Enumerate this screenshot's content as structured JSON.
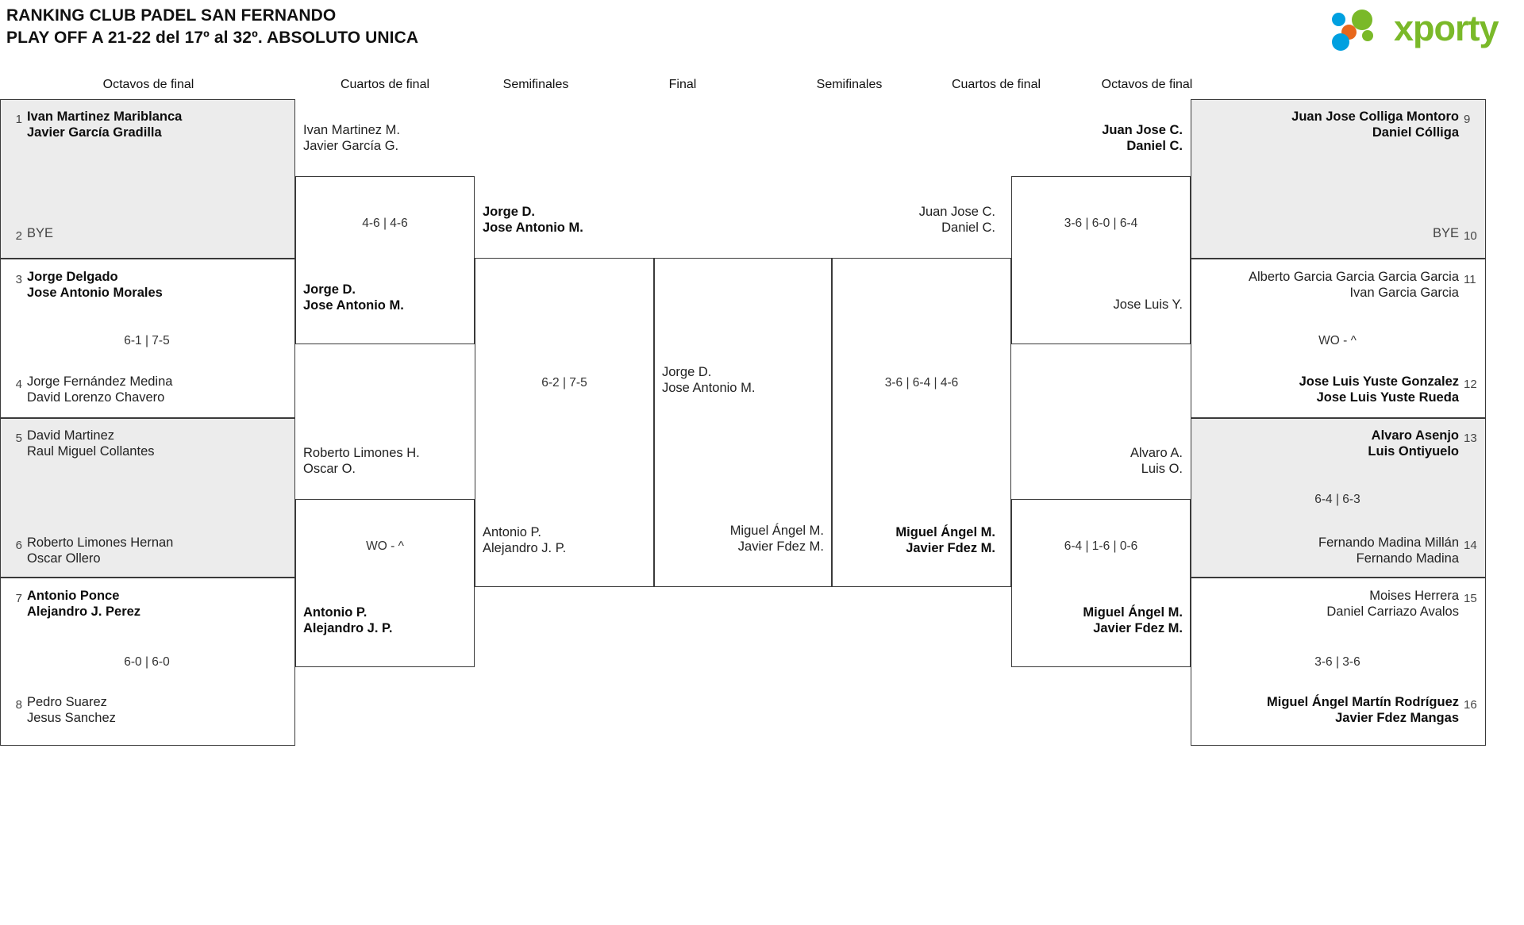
{
  "header": {
    "title_line1": "RANKING CLUB PADEL SAN FERNANDO",
    "title_line2": "PLAY OFF A 21-22 del 17º al 32º. ABSOLUTO UNICA",
    "logo_word": "xporty",
    "logo_colors": {
      "green": "#7ab929",
      "blue": "#00a0e0",
      "orange": "#e8671c"
    }
  },
  "round_headers": {
    "left_r16": "Octavos de final",
    "left_qf": "Cuartos de final",
    "left_sf": "Semifinales",
    "final": "Final",
    "right_sf": "Semifinales",
    "right_qf": "Cuartos de final",
    "right_r16": "Octavos de final"
  },
  "bracket": {
    "left_r16": [
      {
        "seed": "1",
        "line1": "Ivan Martinez Mariblanca",
        "line2": "Javier García Gradilla",
        "winner": true,
        "bye": false
      },
      {
        "seed": "2",
        "line1": "BYE",
        "line2": "",
        "winner": false,
        "bye": true
      },
      {
        "seed": "3",
        "line1": "Jorge Delgado",
        "line2": "Jose Antonio Morales",
        "winner": true,
        "bye": false
      },
      {
        "seed": "4",
        "line1": "Jorge Fernández Medina",
        "line2": "David Lorenzo Chavero",
        "winner": false,
        "bye": false
      },
      {
        "seed": "5",
        "line1": "David Martinez",
        "line2": "Raul Miguel Collantes",
        "winner": false,
        "bye": false
      },
      {
        "seed": "6",
        "line1": "Roberto Limones Hernan",
        "line2": "Oscar Ollero",
        "winner": false,
        "bye": false
      },
      {
        "seed": "7",
        "line1": "Antonio Ponce",
        "line2": "Alejandro J. Perez",
        "winner": true,
        "bye": false
      },
      {
        "seed": "8",
        "line1": "Pedro Suarez",
        "line2": "Jesus Sanchez",
        "winner": false,
        "bye": false
      }
    ],
    "left_r16_scores": [
      "",
      "6-1 | 7-5",
      "",
      "6-0 | 6-0"
    ],
    "left_qf": [
      {
        "line1": "Ivan Martinez M.",
        "line2": "Javier García G.",
        "winner": false
      },
      {
        "line1": "Jorge D.",
        "line2": "Jose Antonio M.",
        "winner": true
      },
      {
        "line1": "Roberto Limones H.",
        "line2": "Oscar O.",
        "winner": false
      },
      {
        "line1": "Antonio P.",
        "line2": "Alejandro J. P.",
        "winner": true
      }
    ],
    "left_qf_scores": [
      "4-6 | 4-6",
      "WO - ^"
    ],
    "left_sf": [
      {
        "line1": "Jorge D.",
        "line2": "Jose Antonio M.",
        "winner": true
      },
      {
        "line1": "Antonio P.",
        "line2": "Alejandro J. P.",
        "winner": false
      }
    ],
    "left_sf_scores": [
      "6-2 | 7-5"
    ],
    "final": {
      "left": {
        "line1": "Jorge D.",
        "line2": "Jose Antonio M.",
        "winner": false
      },
      "right": {
        "line1": "Miguel Ángel M.",
        "line2": "Javier Fdez M.",
        "winner": false
      }
    },
    "right_sf": [
      {
        "line1": "Juan Jose C.",
        "line2": "Daniel C.",
        "winner": false
      },
      {
        "line1": "Miguel Ángel M.",
        "line2": "Javier Fdez M.",
        "winner": true
      }
    ],
    "right_sf_scores": [
      "3-6 | 6-4 | 4-6"
    ],
    "right_qf": [
      {
        "line1": "Juan Jose C.",
        "line2": "Daniel C.",
        "winner": true
      },
      {
        "line1": "Jose Luis Y.",
        "line2": "",
        "winner": false
      },
      {
        "line1": "Alvaro A.",
        "line2": "Luis O.",
        "winner": false
      },
      {
        "line1": "Miguel Ángel M.",
        "line2": "Javier Fdez M.",
        "winner": true
      }
    ],
    "right_qf_scores": [
      "3-6 | 6-0 | 6-4",
      "6-4 | 1-6 | 0-6"
    ],
    "right_r16": [
      {
        "seed": "9",
        "line1": "Juan Jose Colliga Montoro",
        "line2": "Daniel Cólliga",
        "winner": true,
        "bye": false
      },
      {
        "seed": "10",
        "line1": "BYE",
        "line2": "",
        "winner": false,
        "bye": true
      },
      {
        "seed": "11",
        "line1": "Alberto Garcia Garcia Garcia Garcia",
        "line2": "Ivan Garcia Garcia",
        "winner": false,
        "bye": false
      },
      {
        "seed": "12",
        "line1": "Jose Luis Yuste Gonzalez",
        "line2": "Jose Luis Yuste Rueda",
        "winner": true,
        "bye": false
      },
      {
        "seed": "13",
        "line1": "Alvaro Asenjo",
        "line2": "Luis Ontiyuelo",
        "winner": true,
        "bye": false
      },
      {
        "seed": "14",
        "line1": "Fernando Madina Millán",
        "line2": "Fernando Madina",
        "winner": false,
        "bye": false
      },
      {
        "seed": "15",
        "line1": "Moises Herrera",
        "line2": "Daniel Carriazo Avalos",
        "winner": false,
        "bye": false
      },
      {
        "seed": "16",
        "line1": "Miguel Ángel Martín Rodríguez",
        "line2": "Javier Fdez Mangas",
        "winner": true,
        "bye": false
      }
    ],
    "right_r16_scores": [
      "",
      "WO - ^",
      "6-4 | 6-3",
      "3-6 | 3-6"
    ]
  }
}
